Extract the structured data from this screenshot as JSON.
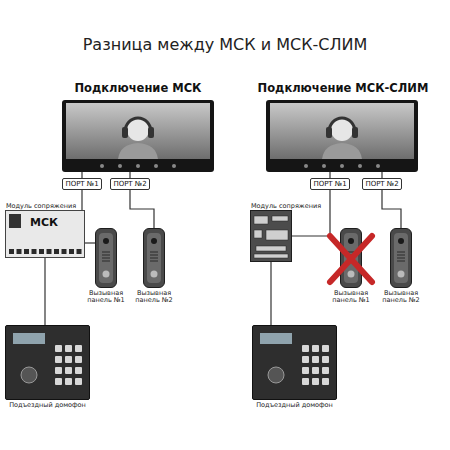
{
  "diagram": {
    "title": "Разница между МСК и МСК-СЛИМ",
    "nodes": [
      {
        "text": [
          "ПОРТ №1"
        ]
      },
      {
        "text": [
          "ПОРТ №2"
        ]
      },
      {
        "text": [
          "Модуль сопряжения",
          "МСК"
        ]
      },
      {
        "text": [
          "Вызывная панель №1"
        ]
      },
      {
        "text": [
          "Вызывная панель №2"
        ]
      },
      {
        "text": [
          "Подъездный домофон"
        ]
      },
      {
        "text": [
          "ПОРТ №1"
        ]
      },
      {
        "text": [
          "ПОРТ №2"
        ]
      },
      {
        "text": [
          "Модуль сопряжения"
        ]
      },
      {
        "text": [
          "Вызывная панель №1"
        ]
      },
      {
        "text": [
          "Вызывная панель №2"
        ]
      },
      {
        "text": [
          "Подъездный домофон"
        ]
      }
    ],
    "edges": [
      {
        "from": 0,
        "to": 2,
        "arrow": "none"
      },
      {
        "from": 1,
        "to": 4,
        "arrow": "none"
      },
      {
        "from": 2,
        "to": 3,
        "arrow": "none"
      },
      {
        "from": 2,
        "to": 5,
        "arrow": "none"
      },
      {
        "from": 6,
        "to": 8,
        "arrow": "none"
      },
      {
        "from": 7,
        "to": 10,
        "arrow": "none"
      },
      {
        "from": 8,
        "to": 11,
        "arrow": "none"
      }
    ],
    "labels": [
      "Подключение МСК",
      "Подключение МСК-СЛИМ"
    ]
  }
}
